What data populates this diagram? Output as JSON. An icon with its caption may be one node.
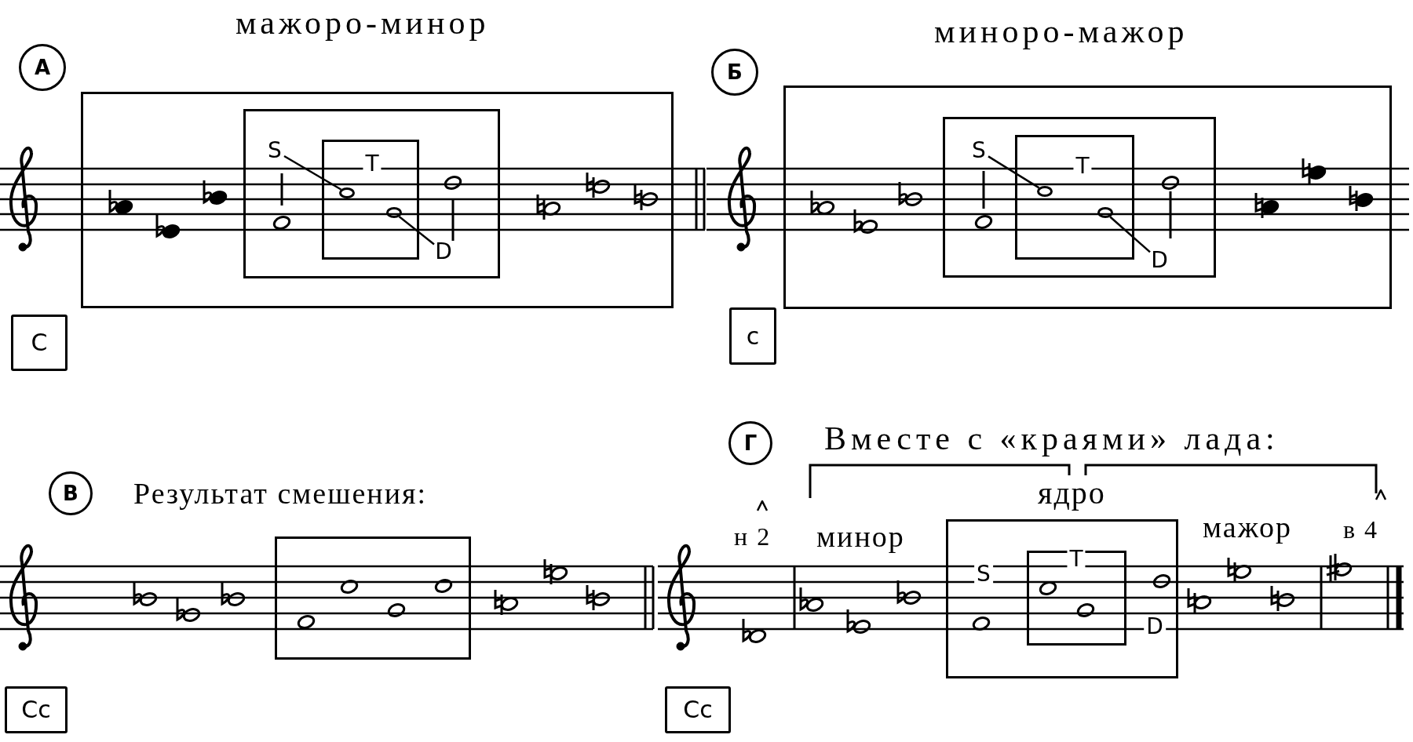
{
  "diagram": {
    "nodes": [
      {
        "text": [
          "А"
        ]
      },
      {
        "text": [],
        "shape": "box"
      },
      {
        "text": [],
        "shape": "box",
        "in": 1
      },
      {
        "text": [
          "S"
        ],
        "in": 2
      },
      {
        "text": [
          "D"
        ],
        "in": 2
      },
      {
        "text": [
          "T"
        ],
        "in": 2
      },
      {
        "text": [],
        "shape": "circle",
        "in": 5
      },
      {
        "text": [],
        "shape": "circle",
        "in": 5
      },
      {
        "text": [
          "C"
        ]
      },
      {
        "text": [
          "Б"
        ]
      },
      {
        "text": [],
        "shape": "box"
      },
      {
        "text": [],
        "shape": "box",
        "in": 10
      },
      {
        "text": [
          "S"
        ],
        "in": 11
      },
      {
        "text": [
          "D"
        ],
        "in": 11
      },
      {
        "text": [
          "T"
        ],
        "in": 11
      },
      {
        "text": [],
        "shape": "circle",
        "in": 14
      },
      {
        "text": [],
        "shape": "circle",
        "in": 14
      },
      {
        "text": [
          "c"
        ]
      },
      {
        "text": [
          "В"
        ]
      },
      {
        "text": [],
        "shape": "box"
      },
      {
        "text": [
          "Cc"
        ]
      },
      {
        "text": [
          "Г"
        ]
      },
      {
        "text": [
          "S",
          "D"
        ]
      },
      {
        "text": [
          "T"
        ],
        "in": 22
      },
      {
        "text": [
          "Cc"
        ]
      }
    ],
    "edges": [
      {
        "from": 3,
        "to": 6,
        "arrow": "none"
      },
      {
        "from": 4,
        "to": 7,
        "arrow": "none"
      },
      {
        "from": 12,
        "to": 15,
        "arrow": "none"
      },
      {
        "from": 13,
        "to": 16,
        "arrow": "none"
      }
    ],
    "labels": [
      "мажоро-минор",
      "миноро-мажор",
      "Результат смешения:",
      "Вместе с «краями» лада:",
      "ядро",
      "н 2",
      "минор",
      "мажор",
      "в 4"
    ]
  }
}
